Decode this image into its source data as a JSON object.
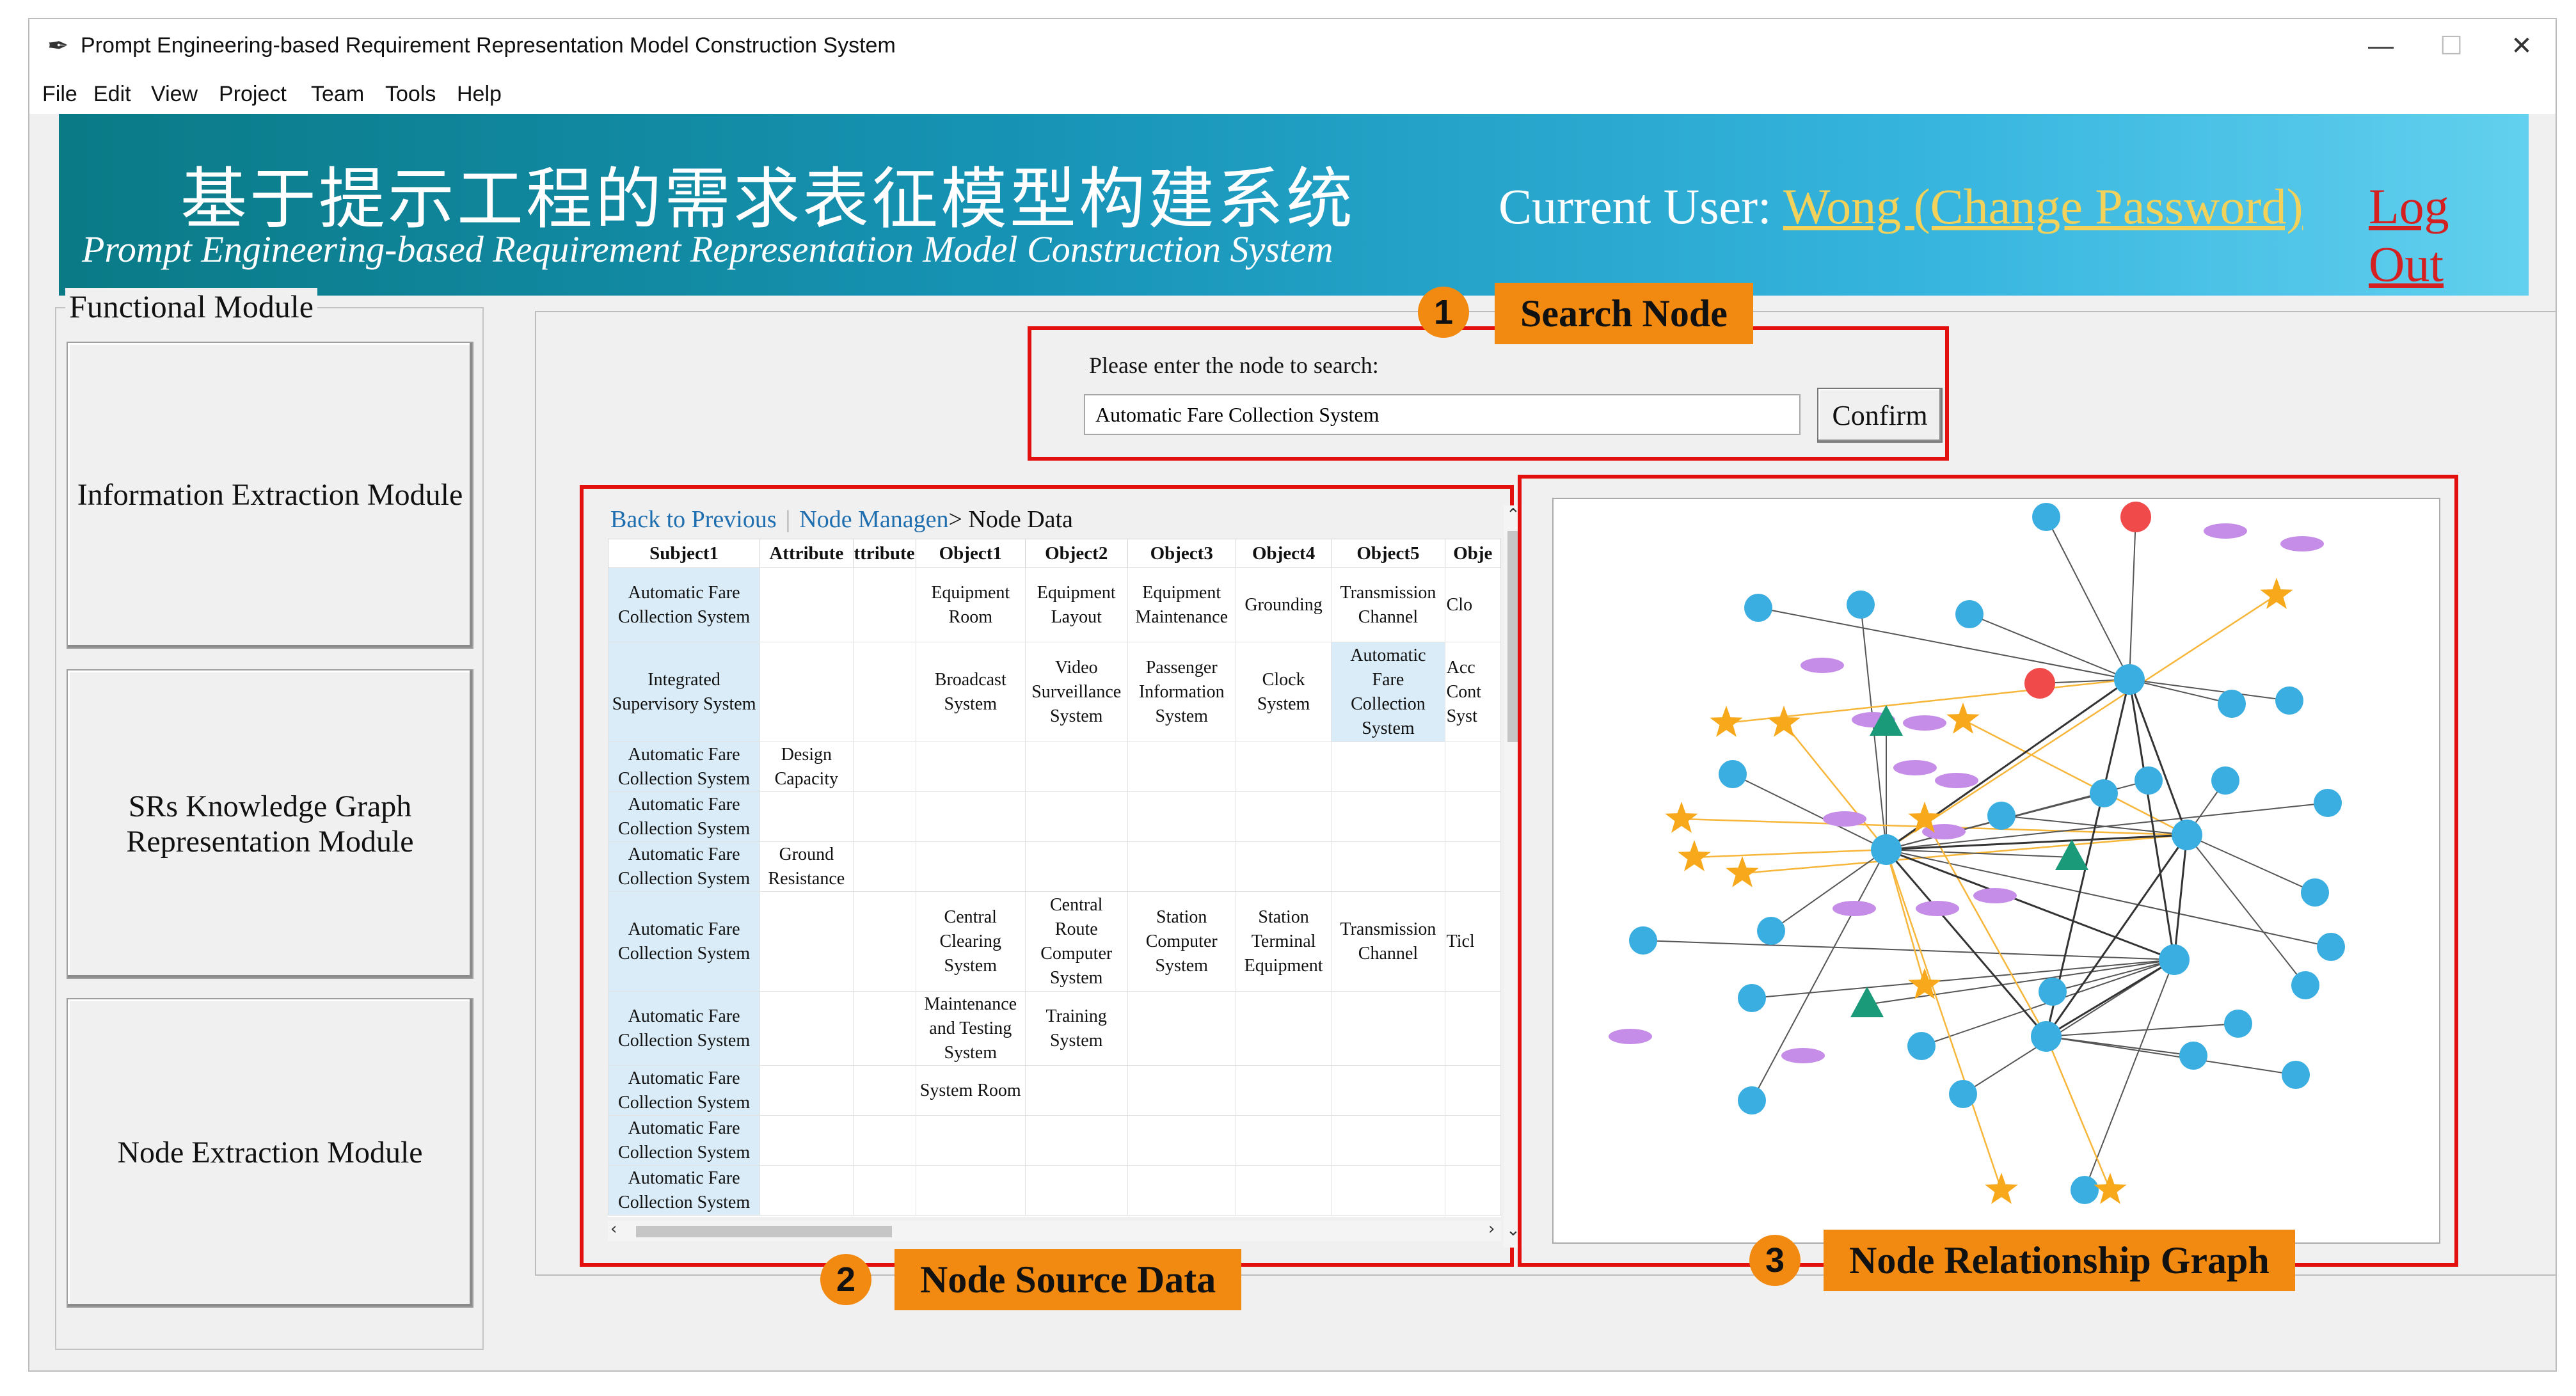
{
  "window": {
    "title": "Prompt Engineering-based Requirement Representation Model Construction System",
    "min_icon": "minimize-icon",
    "max_icon": "maximize-icon",
    "close_icon": "close-icon"
  },
  "menu": [
    "File",
    "Edit",
    "View",
    "Project",
    "Team",
    "Tools",
    "Help"
  ],
  "banner": {
    "title_cn": "基于提示工程的需求表征模型构建系统",
    "title_en": "Prompt Engineering-based Requirement Representation Model Construction System",
    "user_prefix": "Current User: ",
    "user_name": "Wong (Change Password)",
    "logout": "Log Out"
  },
  "sidebar": {
    "legend": "Functional Module",
    "modules": [
      "Information Extraction Module",
      "SRs Knowledge Graph Representation Module",
      "Node Extraction Module"
    ]
  },
  "callouts": {
    "c1": {
      "num": "1",
      "label": "Search Node"
    },
    "c2": {
      "num": "2",
      "label": "Node Source Data"
    },
    "c3": {
      "num": "3",
      "label": "Node Relationship Graph"
    }
  },
  "search": {
    "label": "Please enter the node to search:",
    "value": "Automatic Fare Collection System",
    "confirm": "Confirm"
  },
  "breadcrumb": {
    "back": "Back to Previous",
    "manage": "Node Managen",
    "current": "> Node Data"
  },
  "table": {
    "headers": [
      "Subject1",
      "Attribute",
      "ttribute",
      "Object1",
      "Object2",
      "Object3",
      "Object4",
      "Object5",
      "Obje"
    ],
    "rows": [
      [
        "Automatic Fare Collection System",
        "",
        "",
        "Equipment Room",
        "Equipment Layout",
        "Equipment Maintenance",
        "Grounding",
        "Transmission Channel",
        "Clo"
      ],
      [
        "Integrated Supervisory System",
        "",
        "",
        "Broadcast System",
        "Video Surveillance System",
        "Passenger Information System",
        "Clock System",
        "Automatic Fare Collection System",
        "Acc Cont Syst"
      ],
      [
        "Automatic Fare Collection System",
        "Design Capacity",
        "",
        "",
        "",
        "",
        "",
        "",
        ""
      ],
      [
        "Automatic Fare Collection System",
        "",
        "",
        "",
        "",
        "",
        "",
        "",
        ""
      ],
      [
        "Automatic Fare Collection System",
        "Ground Resistance",
        "",
        "",
        "",
        "",
        "",
        "",
        ""
      ],
      [
        "Automatic Fare Collection System",
        "",
        "",
        "Central Clearing System",
        "Central Route Computer System",
        "Station Computer System",
        "Station Terminal Equipment",
        "Transmission Channel",
        "Ticl"
      ],
      [
        "Automatic Fare Collection System",
        "",
        "",
        "Maintenance and Testing System",
        "Training System",
        "",
        "",
        "",
        ""
      ],
      [
        "Automatic Fare Collection System",
        "",
        "",
        "System Room",
        "",
        "",
        "",
        "",
        ""
      ],
      [
        "Automatic Fare Collection System",
        "",
        "",
        "",
        "",
        "",
        "",
        "",
        ""
      ],
      [
        "Automatic Fare Collection System",
        "",
        "",
        "",
        "",
        "",
        "",
        "",
        ""
      ]
    ]
  },
  "colors": {
    "callout": "#f28a12",
    "frame": "#e31010",
    "node_blue": "#3aaee0",
    "node_red": "#f04a4a",
    "node_star": "#f7a81b",
    "node_triangle": "#1b9a7a",
    "node_ellipse": "#c68de8"
  }
}
